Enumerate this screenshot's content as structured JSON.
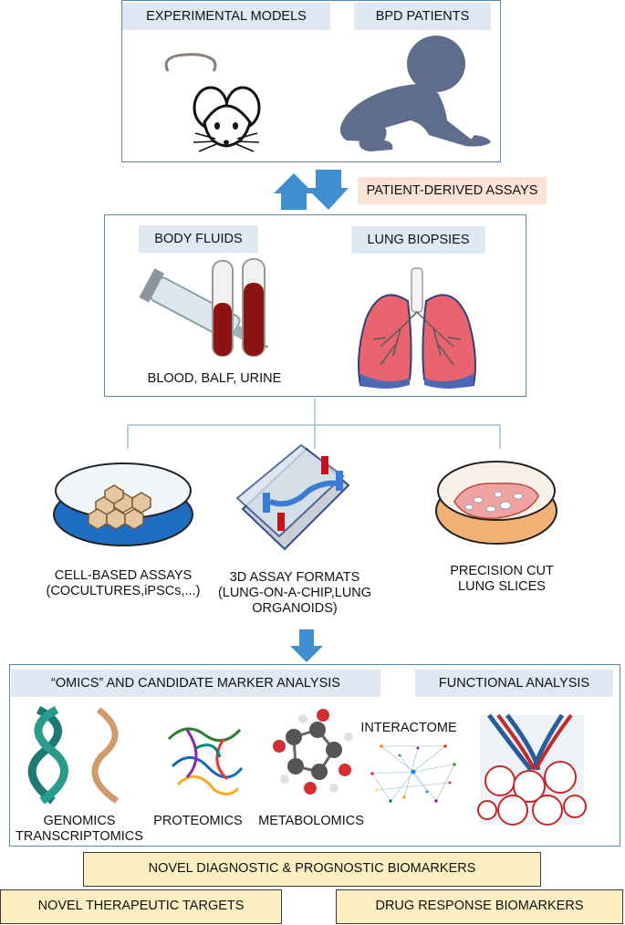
{
  "top_panel": {
    "experimental_models": "EXPERIMENTAL MODELS",
    "bpd_patients": "BPD PATIENTS"
  },
  "patient_derived_assays": "PATIENT-DERIVED ASSAYS",
  "middle_panel": {
    "body_fluids": "BODY FLUIDS",
    "lung_biopsies": "LUNG BIOPSIES",
    "blood_caption": "BLOOD, BALF, URINE"
  },
  "assays": [
    {
      "line1": "CELL-BASED ASSAYS",
      "line2": "(COCULTURES,iPSCs,...)",
      "line3": ""
    },
    {
      "line1": "3D ASSAY FORMATS",
      "line2": "(LUNG-ON-A-CHIP,LUNG",
      "line3": "ORGANOIDS)"
    },
    {
      "line1": "PRECISION CUT",
      "line2": "LUNG SLICES",
      "line3": ""
    }
  ],
  "bottom_panel": {
    "omics_title": "“OMICS” AND CANDIDATE MARKER ANALYSIS",
    "functional_title": "FUNCTIONAL ANALYSIS",
    "interactome": "INTERACTOME",
    "genomics": "GENOMICS",
    "transcriptomics": "TRANSCRIPTOMICS",
    "proteomics": "PROTEOMICS",
    "metabolomics": "METABOLOMICS"
  },
  "outcomes": {
    "diagnostic": "NOVEL DIAGNOSTIC & PROGNOSTIC BIOMARKERS",
    "therapeutic": "NOVEL THERAPEUTIC TARGETS",
    "drug_response": "DRUG RESPONSE BIOMARKERS"
  },
  "colors": {
    "panel_border": "#5b86ad",
    "label_fill": "#dfe9f3",
    "arrow_blue": "#3f8fd0",
    "assay_label_fill": "#fbe2d6",
    "outcome_fill": "#fbefc3"
  }
}
